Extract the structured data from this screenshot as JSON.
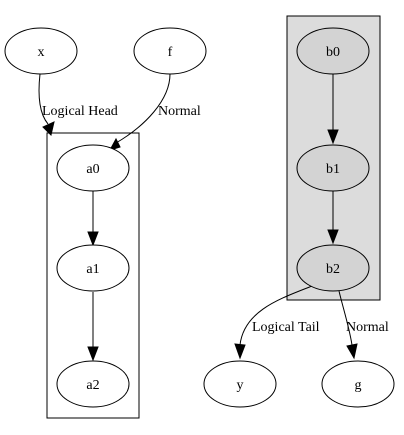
{
  "nodes": {
    "x": "x",
    "f": "f",
    "a0": "a0",
    "a1": "a1",
    "a2": "a2",
    "b0": "b0",
    "b1": "b1",
    "b2": "b2",
    "y": "y",
    "g": "g"
  },
  "edges": {
    "x_a0": "Logical Head",
    "f_a0": "Normal",
    "b2_y": "Logical Tail",
    "b2_g": "Normal"
  },
  "colors": {
    "cluster_b_fill": "#dcdcdc",
    "node_b_fill": "#d3d3d3",
    "stroke": "#000000"
  }
}
